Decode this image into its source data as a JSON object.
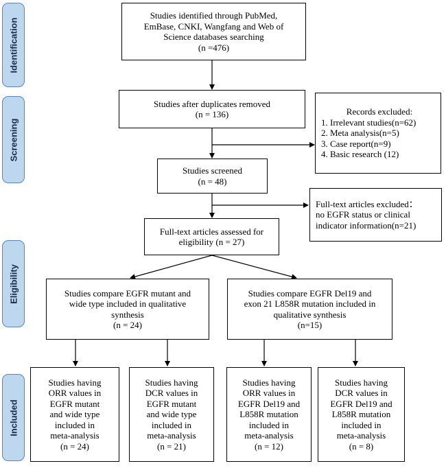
{
  "stages": {
    "identification": "Identification",
    "screening": "Screening",
    "eligibility": "Eligibility",
    "included": "Included"
  },
  "boxes": {
    "identified": [
      "Studies identified through PubMed,",
      "EmBase, CNKI, Wangfang and Web of",
      "Science databases searching",
      "(n =476)"
    ],
    "duplicates": [
      "Studies after duplicates removed",
      "(n = 136)"
    ],
    "records_excluded": {
      "heading": "Records excluded:",
      "items": [
        "1. Irrelevant studies(n=62)",
        "2. Meta analysis(n=5)",
        "3. Case report(n=9)",
        "4. Basic research (12)"
      ]
    },
    "screened": [
      "Studies screened",
      "(n = 48)"
    ],
    "fulltext_excluded": [
      "Full-text articles excluded：",
      "no EGFR status or clinical",
      "indicator information(n=21)"
    ],
    "assessed": [
      "Full-text articles assessed for",
      "eligibility (n = 27)"
    ],
    "mutant_wild": [
      "Studies compare EGFR mutant and",
      "wide type included in qualitative",
      "synthesis",
      "(n = 24)"
    ],
    "del19_l858r": [
      "Studies compare EGFR Del19 and",
      "exon 21 L858R mutation included in",
      "qualitative synthesis",
      "(n=15)"
    ],
    "orr_mutant": [
      "Studies having",
      "ORR values in",
      "EGFR mutant",
      "and wide type",
      "included in",
      "meta-analysis",
      "(n = 24)"
    ],
    "dcr_mutant": [
      "Studies having",
      "DCR values in",
      "EGFR mutant",
      "and wide type",
      "included in",
      "meta-analysis",
      "(n = 21)"
    ],
    "orr_del19": [
      "Studies having",
      "ORR values in",
      "EGFR Del19 and",
      "L858R mutation",
      "included in",
      "meta-analysis",
      "(n = 12)"
    ],
    "dcr_del19": [
      "Studies having",
      "DCR values in",
      "EGFR Del19 and",
      "L858R mutation",
      "included in",
      "meta-analysis",
      "(n = 8)"
    ]
  }
}
